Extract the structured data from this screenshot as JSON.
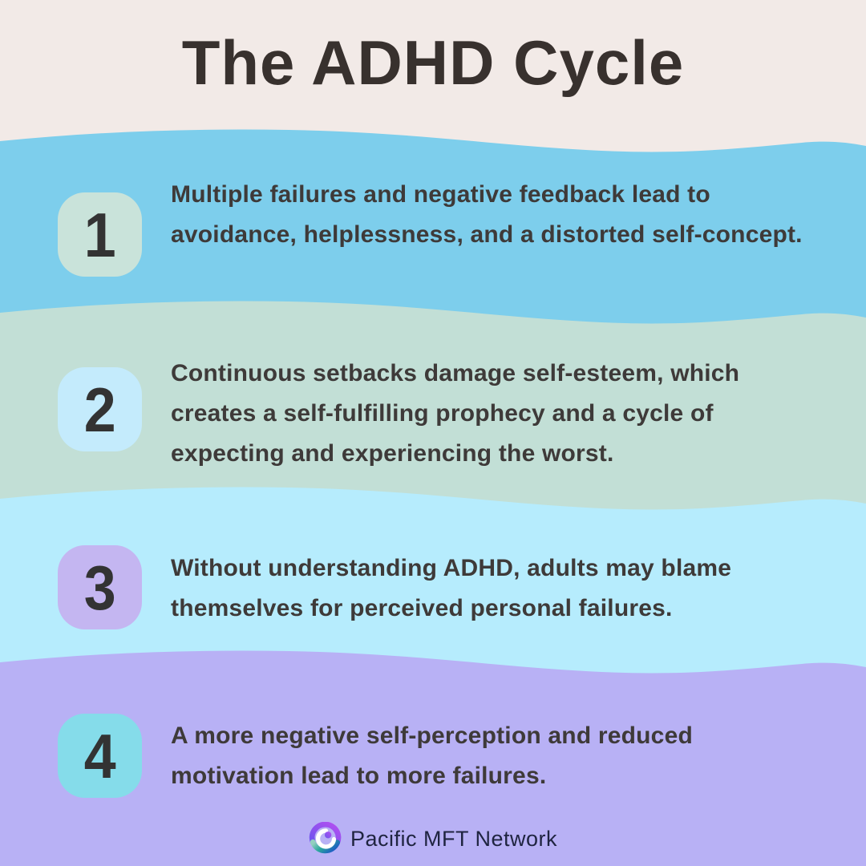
{
  "page": {
    "bg": "#F2EAE7",
    "title": "The ADHD Cycle",
    "title_color": "#38312E",
    "text_color": "#3E3A39",
    "number_color": "#333333"
  },
  "steps": [
    {
      "number": "1",
      "band_color": "#7DCEEC",
      "badge_color": "#C9E3DA",
      "text": "Multiple failures and negative feedback lead to avoidance, helplessness, and a distorted self-concept."
    },
    {
      "number": "2",
      "band_color": "#C2DFD6",
      "badge_color": "#C4EBFC",
      "text": "Continuous setbacks damage self-esteem, which creates a self-fulfilling prophecy and a cycle of expecting and experiencing the worst."
    },
    {
      "number": "3",
      "band_color": "#B6ECFD",
      "badge_color": "#C4B6F1",
      "text": "Without understanding ADHD, adults may blame themselves for perceived personal failures."
    },
    {
      "number": "4",
      "band_color": "#B8B1F5",
      "badge_color": "#85DCEA",
      "text": "A more negative self-perception and reduced motivation lead to more failures."
    }
  ],
  "footer": {
    "brand": "Pacific MFT Network",
    "text_color": "#1F2440",
    "logo": {
      "violet": "#6D55EE",
      "magenta": "#B44FF0",
      "blue": "#1D5FC2",
      "teal": "#2BA79D",
      "pale_teal": "#93CFC0",
      "spiral": "#FFFFFF"
    }
  }
}
